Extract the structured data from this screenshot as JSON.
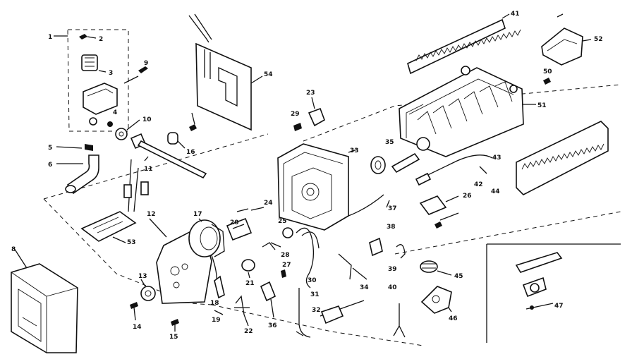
{
  "diagram": {
    "callouts": [
      "1",
      "2",
      "3",
      "4",
      "5",
      "6",
      "8",
      "9",
      "10",
      "11",
      "12",
      "13",
      "14",
      "15",
      "16",
      "17",
      "18",
      "19",
      "20",
      "21",
      "22",
      "23",
      "24",
      "25",
      "26",
      "27",
      "28",
      "29",
      "30",
      "31",
      "32",
      "33",
      "34",
      "35",
      "36",
      "37",
      "38",
      "39",
      "40",
      "41",
      "42",
      "43",
      "44",
      "45",
      "46",
      "47",
      "50",
      "51",
      "52",
      "53",
      "54"
    ]
  }
}
